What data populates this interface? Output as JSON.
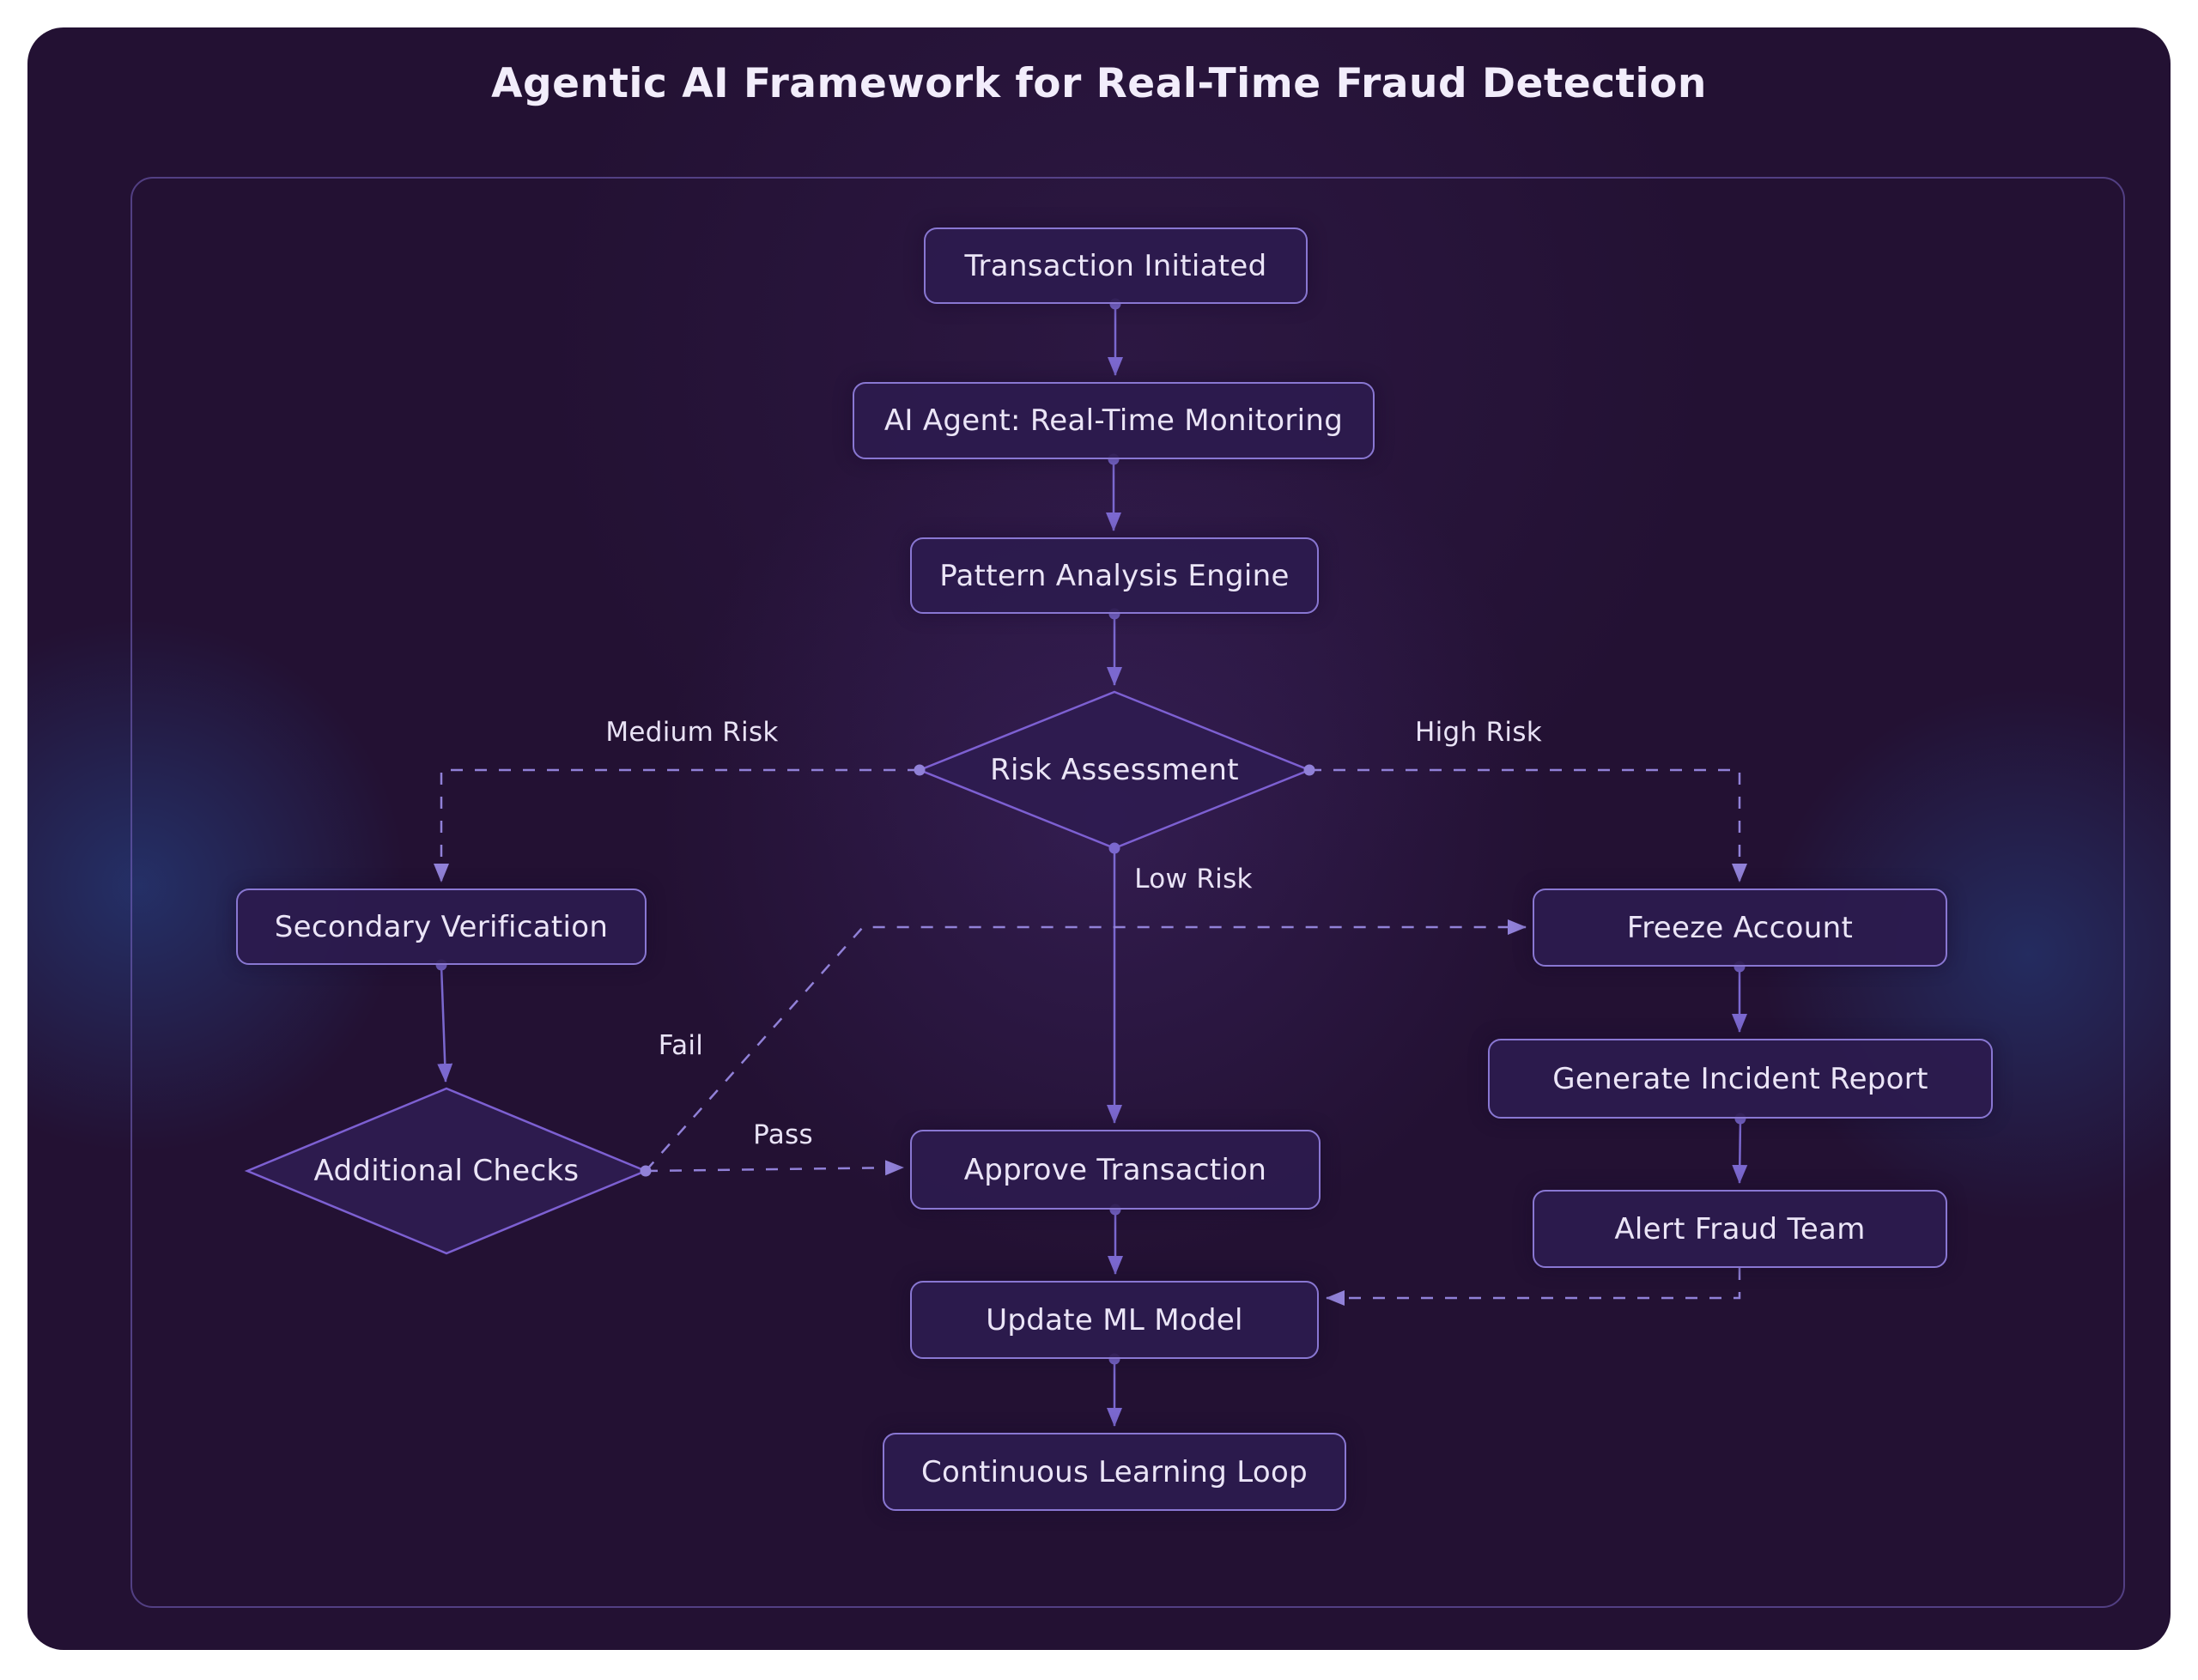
{
  "title": "Agentic AI Framework for Real-Time Fraud Detection",
  "flowchart": {
    "nodes": {
      "transaction_initiated": {
        "label": "Transaction Initiated",
        "shape": "rect"
      },
      "ai_agent_monitoring": {
        "label": "AI Agent: Real-Time Monitoring",
        "shape": "rect"
      },
      "pattern_analysis_engine": {
        "label": "Pattern Analysis Engine",
        "shape": "rect"
      },
      "risk_assessment": {
        "label": "Risk Assessment",
        "shape": "diamond"
      },
      "secondary_verification": {
        "label": "Secondary Verification",
        "shape": "rect"
      },
      "additional_checks": {
        "label": "Additional Checks",
        "shape": "diamond"
      },
      "freeze_account": {
        "label": "Freeze Account",
        "shape": "rect"
      },
      "generate_incident_report": {
        "label": "Generate Incident Report",
        "shape": "rect"
      },
      "alert_fraud_team": {
        "label": "Alert Fraud Team",
        "shape": "rect"
      },
      "approve_transaction": {
        "label": "Approve Transaction",
        "shape": "rect"
      },
      "update_ml_model": {
        "label": "Update ML Model",
        "shape": "rect"
      },
      "continuous_learning_loop": {
        "label": "Continuous Learning Loop",
        "shape": "rect"
      }
    },
    "edge_labels": {
      "medium_risk": "Medium Risk",
      "high_risk": "High Risk",
      "low_risk": "Low Risk",
      "fail": "Fail",
      "pass": "Pass"
    },
    "edges": [
      {
        "from": "transaction_initiated",
        "to": "ai_agent_monitoring",
        "style": "solid",
        "label": ""
      },
      {
        "from": "ai_agent_monitoring",
        "to": "pattern_analysis_engine",
        "style": "solid",
        "label": ""
      },
      {
        "from": "pattern_analysis_engine",
        "to": "risk_assessment",
        "style": "solid",
        "label": ""
      },
      {
        "from": "risk_assessment",
        "to": "secondary_verification",
        "style": "dashed",
        "label": "Medium Risk"
      },
      {
        "from": "risk_assessment",
        "to": "freeze_account",
        "style": "dashed",
        "label": "High Risk"
      },
      {
        "from": "risk_assessment",
        "to": "approve_transaction",
        "style": "solid",
        "label": "Low Risk"
      },
      {
        "from": "secondary_verification",
        "to": "additional_checks",
        "style": "solid",
        "label": ""
      },
      {
        "from": "additional_checks",
        "to": "freeze_account",
        "style": "dashed",
        "label": "Fail"
      },
      {
        "from": "additional_checks",
        "to": "approve_transaction",
        "style": "dashed",
        "label": "Pass"
      },
      {
        "from": "freeze_account",
        "to": "generate_incident_report",
        "style": "solid",
        "label": ""
      },
      {
        "from": "generate_incident_report",
        "to": "alert_fraud_team",
        "style": "solid",
        "label": ""
      },
      {
        "from": "alert_fraud_team",
        "to": "update_ml_model",
        "style": "dashed",
        "label": ""
      },
      {
        "from": "approve_transaction",
        "to": "update_ml_model",
        "style": "solid",
        "label": ""
      },
      {
        "from": "update_ml_model",
        "to": "continuous_learning_loop",
        "style": "solid",
        "label": ""
      }
    ],
    "colors": {
      "page_margin": "#ffffff",
      "canvas_bg": "#231133",
      "frame_border": "#7a66c4",
      "node_fill": "#2c1b4e",
      "node_border": "#8977d2",
      "node_text": "#ebe5f7",
      "solid_edge": "#7b68cf",
      "dashed_edge": "#9181d8",
      "title_text": "#f2edfb",
      "glow_blue": "#264686"
    }
  }
}
